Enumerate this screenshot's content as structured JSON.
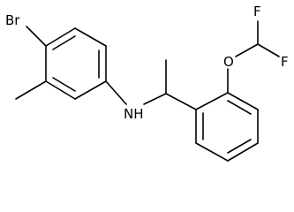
{
  "molecule": {
    "labels": {
      "bromine": "Br",
      "amine": "NH",
      "oxygen": "O",
      "fluorine_top": "F",
      "fluorine_right": "F"
    },
    "colors": {
      "bond": "#000000",
      "label": "#000000",
      "background": "#ffffff"
    }
  }
}
